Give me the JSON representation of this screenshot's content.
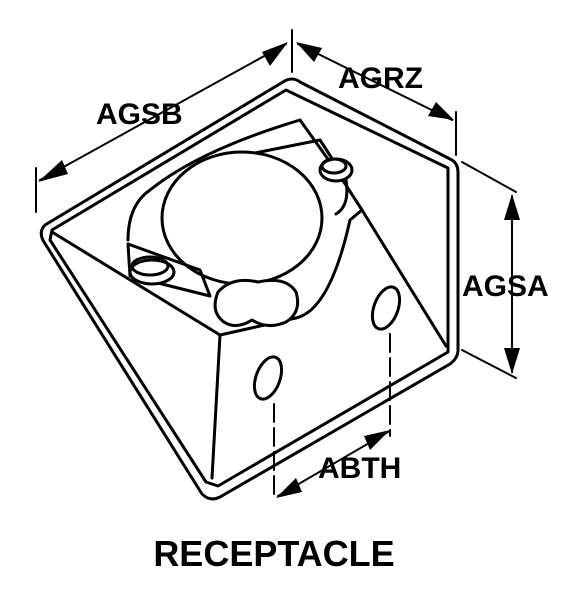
{
  "title": "RECEPTACLE",
  "dimensions": {
    "agsb": "AGSB",
    "agrz": "AGRZ",
    "agsa": "AGSA",
    "abth": "ABTH"
  },
  "colors": {
    "ink": "#000000",
    "paper": "#ffffff"
  }
}
